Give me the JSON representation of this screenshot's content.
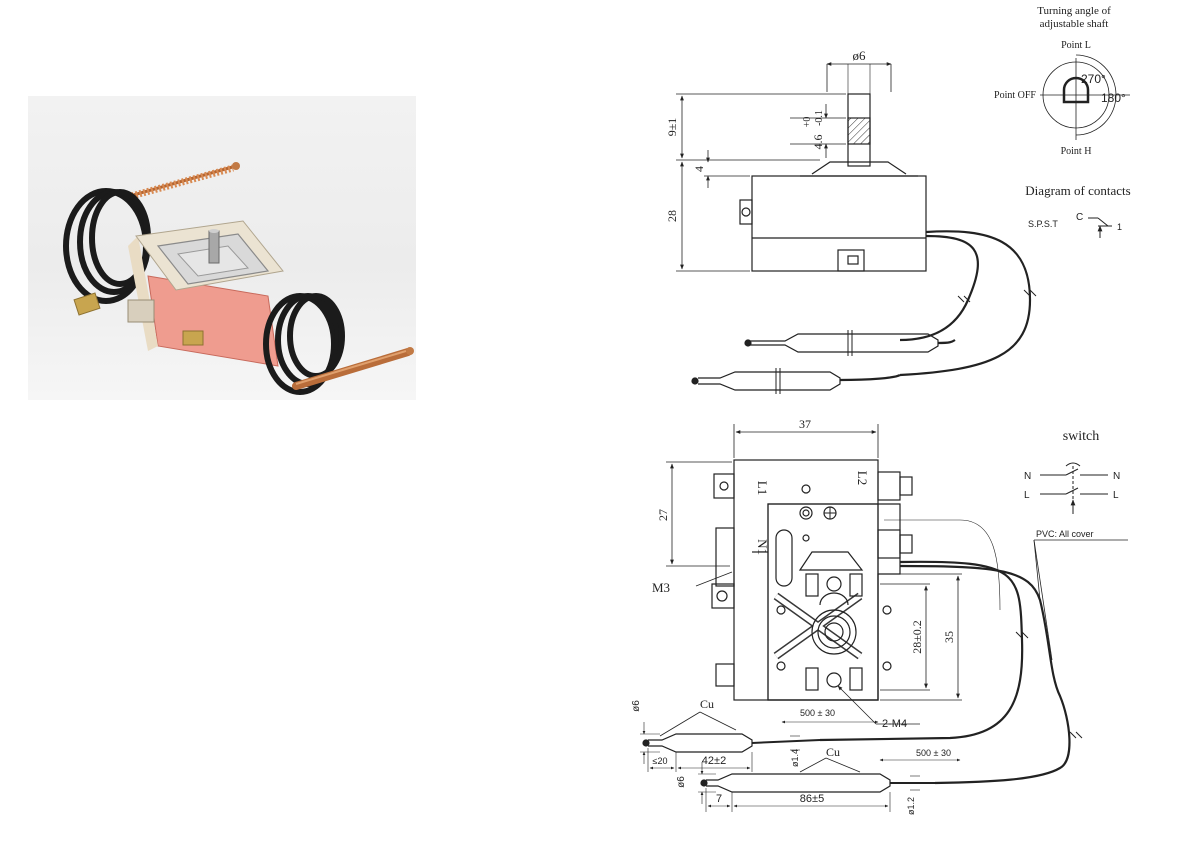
{
  "photo": {
    "icon": "thermostat-product-photo",
    "capsule_color": "#c97a45",
    "body_color": "#f0a79b"
  },
  "top_view": {
    "shaft_diameter": "ø6",
    "height_total": "9±1",
    "shaft_flat": "4.6",
    "shaft_flat_tol_upper": "+0",
    "shaft_flat_tol_lower": "-0.1",
    "collar_height": "4",
    "body_height": "28"
  },
  "turning_angle": {
    "title_line1": "Turning angle of",
    "title_line2": "adjustable shaft",
    "point_l": "Point L",
    "point_off": "Point OFF",
    "point_h": "Point H",
    "angle_270": "270°",
    "angle_180": "180°"
  },
  "contacts": {
    "title": "Diagram of contacts",
    "spst": "S.P.S.T",
    "c": "C",
    "one": "1"
  },
  "front_view": {
    "width": "37",
    "height_upper": "27",
    "terminal_l1": "L1",
    "terminal_l2": "L2",
    "terminal_n1": "N1",
    "screw_m3": "M3",
    "hole_pitch": "28±0.2",
    "height_35": "35",
    "holes_2m4": "2-M4",
    "cable_500_a": "500 ± 30",
    "cable_500_b": "500 ± 30",
    "pvc": "PVC: All cover",
    "cu_a": "Cu",
    "cu_b": "Cu",
    "bulb_dia_a": "ø6",
    "bulb_dia_b": "ø6",
    "len_20": "≤20",
    "len_42": "42±2",
    "dia_14": "ø1.4",
    "len_7": "7",
    "len_86": "86±5",
    "dia_12": "ø1.2"
  },
  "switch_diagram": {
    "title": "switch",
    "n_left": "N",
    "n_right": "N",
    "l_left": "L",
    "l_right": "L"
  }
}
